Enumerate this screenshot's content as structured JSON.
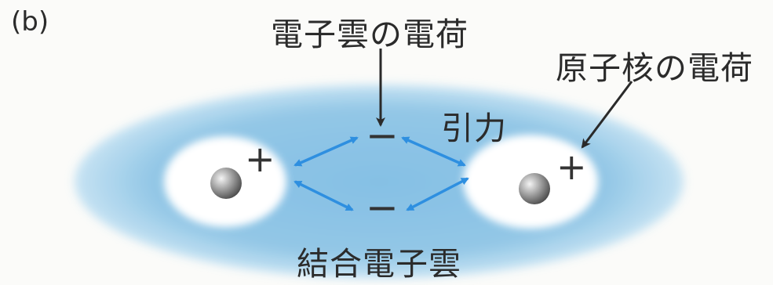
{
  "panel_label": "(b)",
  "labels": {
    "electron_cloud_charge": "電子雲の電荷",
    "nucleus_charge": "原子核の電荷",
    "attraction": "引力",
    "bonding_electron_cloud": "結合電子雲"
  },
  "charges": {
    "positive": "+",
    "negative": "−"
  },
  "colors": {
    "cloud": "#8ec5e6",
    "cloud_edge": "#b9dcf0",
    "arrow": "#2e8fe0",
    "nucleus": "#7a7a7a",
    "text": "#2b2b2b"
  }
}
